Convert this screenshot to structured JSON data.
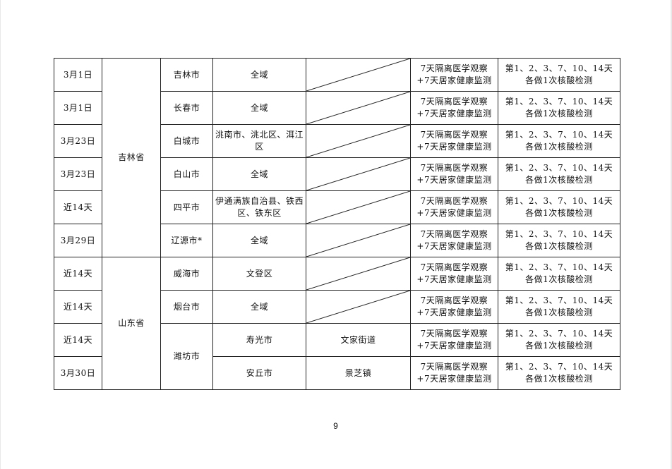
{
  "rows": [
    {
      "date": "3月1日",
      "city": "吉林市",
      "area": "全域",
      "street": "",
      "measure": [
        "7天隔离医学观察",
        "+7天居家健康监测"
      ],
      "test": [
        "第1、2、3、7、10、14天",
        "各做1次核酸检测"
      ]
    },
    {
      "date": "3月1日",
      "city": "长春市",
      "area": "全域",
      "street": "",
      "measure": [
        "7天隔离医学观察",
        "+7天居家健康监测"
      ],
      "test": [
        "第1、2、3、7、10、14天",
        "各做1次核酸检测"
      ]
    },
    {
      "date": "3月23日",
      "city": "白城市",
      "area": "洮南市、洮北区、洱江区",
      "street": "",
      "measure": [
        "7天隔离医学观察",
        "+7天居家健康监测"
      ],
      "test": [
        "第1、2、3、7、10、14天",
        "各做1次核酸检测"
      ]
    },
    {
      "date": "3月23日",
      "city": "白山市",
      "area": "全域",
      "street": "",
      "measure": [
        "7天隔离医学观察",
        "+7天居家健康监测"
      ],
      "test": [
        "第1、2、3、7、10、14天",
        "各做1次核酸检测"
      ]
    },
    {
      "date": "近14天",
      "city": "四平市",
      "area": "伊通满族自治县、铁西区、铁东区",
      "street": "",
      "measure": [
        "7天隔离医学观察",
        "+7天居家健康监测"
      ],
      "test": [
        "第1、2、3、7、10、14天",
        "各做1次核酸检测"
      ]
    },
    {
      "date": "3月29日",
      "city": "辽源市*",
      "area": "全域",
      "street": "",
      "measure": [
        "7天隔离医学观察",
        "+7天居家健康监测"
      ],
      "test": [
        "第1、2、3、7、10、14天",
        "各做1次核酸检测"
      ]
    },
    {
      "date": "近14天",
      "city": "威海市",
      "area": "文登区",
      "street": "",
      "measure": [
        "7天隔离医学观察",
        "+7天居家健康监测"
      ],
      "test": [
        "第1、2、3、7、10、14天",
        "各做1次核酸检测"
      ]
    },
    {
      "date": "近14天",
      "city": "烟台市",
      "area": "全域",
      "street": "",
      "measure": [
        "7天隔离医学观察",
        "+7天居家健康监测"
      ],
      "test": [
        "第1、2、3、7、10、14天",
        "各做1次核酸检测"
      ]
    },
    {
      "date": "近14天",
      "city": "潍坊市",
      "area": "寿光市",
      "street": "文家街道",
      "measure": [
        "7天隔离医学观察",
        "+7天居家健康监测"
      ],
      "test": [
        "第1、2、3、7、10、14天",
        "各做1次核酸检测"
      ]
    },
    {
      "date": "3月30日",
      "city": "潍坊市",
      "area": "安丘市",
      "street": "景芝镇",
      "measure": [
        "7天隔离医学观察",
        "+7天居家健康监测"
      ],
      "test": [
        "第1、2、3、7、10、14天",
        "各做1次核酸检测"
      ]
    }
  ],
  "provinces": [
    {
      "name": "吉林省"
    },
    {
      "name": "山东省"
    }
  ],
  "page_number": "9"
}
